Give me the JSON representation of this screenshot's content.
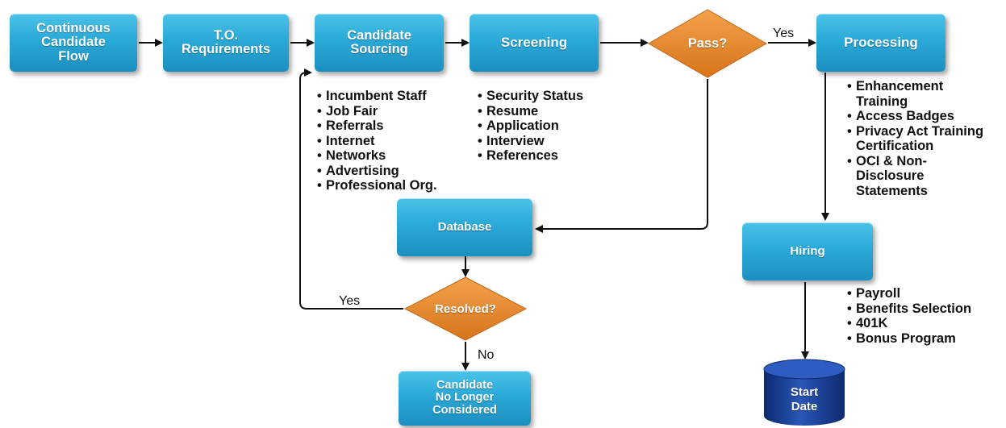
{
  "nodes": {
    "continuous_candidate_flow": [
      "Continuous",
      "Candidate",
      "Flow"
    ],
    "to_requirements": [
      "T.O.",
      "Requirements"
    ],
    "candidate_sourcing": [
      "Candidate",
      "Sourcing"
    ],
    "screening": "Screening",
    "pass": "Pass?",
    "processing": "Processing",
    "database": "Database",
    "resolved": "Resolved?",
    "candidate_no_longer": [
      "Candidate",
      "No Longer",
      "Considered"
    ],
    "hiring": "Hiring",
    "start_date": [
      "Start",
      "Date"
    ]
  },
  "edge_labels": {
    "pass_yes": "Yes",
    "resolved_yes": "Yes",
    "resolved_no": "No"
  },
  "lists": {
    "sourcing": [
      "Incumbent Staff",
      "Job Fair",
      "Referrals",
      "Internet",
      "Networks",
      "Advertising",
      "Professional Org."
    ],
    "screening": [
      "Security Status",
      "Resume",
      "Application",
      "Interview",
      "References"
    ],
    "processing": [
      "Enhancement Training",
      "Access Badges",
      "Privacy Act Training Certification",
      "OCI & Non-Disclosure Statements"
    ],
    "hiring": [
      "Payroll",
      "Benefits Selection",
      "401K",
      "Bonus Program"
    ]
  },
  "colors": {
    "box": "#2aa9d8",
    "diamond": "#e88a2e",
    "cylinder": "#14388c",
    "line": "#111111"
  }
}
